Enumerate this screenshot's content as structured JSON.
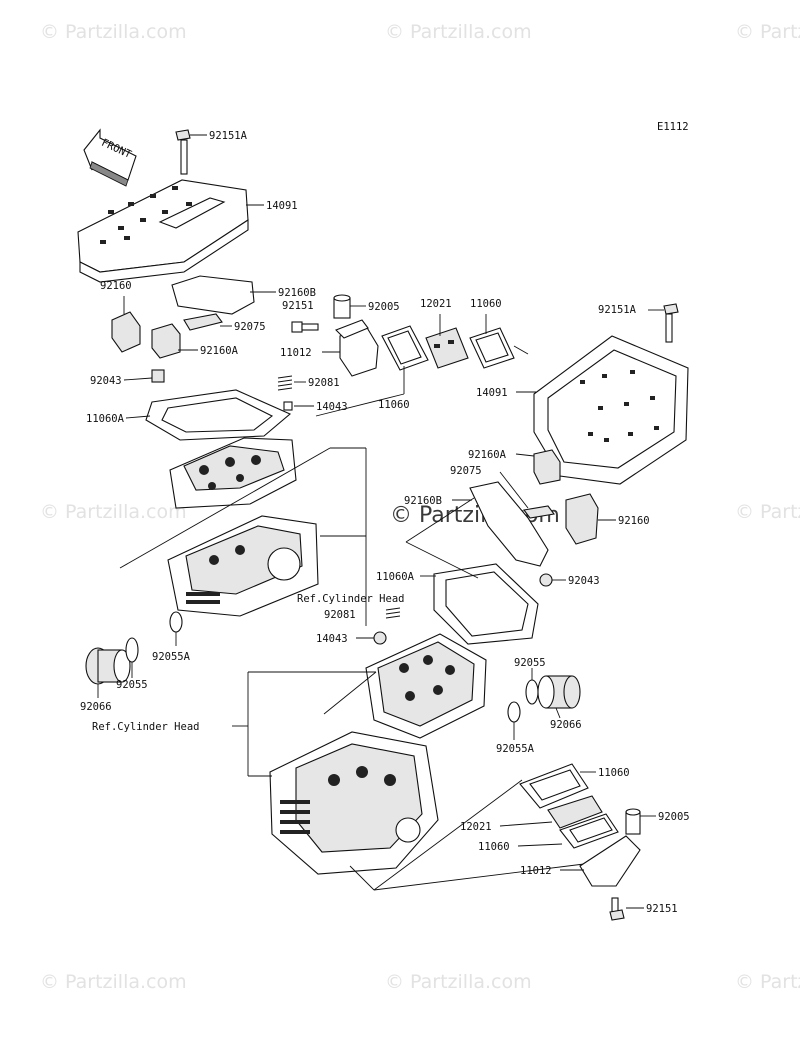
{
  "diagram": {
    "code": "E1112",
    "front_label": "FRONT",
    "ref_label": "Ref.Cylinder Head"
  },
  "watermark": {
    "text": "© Partzilla.com",
    "center_text": "© Partzilla.com"
  },
  "parts": [
    {
      "id": "p-92151A-top",
      "number": "92151A"
    },
    {
      "id": "p-14091-top",
      "number": "14091"
    },
    {
      "id": "p-92160B-top",
      "number": "92160B"
    },
    {
      "id": "p-92160-top",
      "number": "92160"
    },
    {
      "id": "p-92151-top",
      "number": "92151"
    },
    {
      "id": "p-92005-top",
      "number": "92005"
    },
    {
      "id": "p-12021-top",
      "number": "12021"
    },
    {
      "id": "p-11060-top-r",
      "number": "11060"
    },
    {
      "id": "p-92075-top",
      "number": "92075"
    },
    {
      "id": "p-92160A-top",
      "number": "92160A"
    },
    {
      "id": "p-11012-top",
      "number": "11012"
    },
    {
      "id": "p-92043-top",
      "number": "92043"
    },
    {
      "id": "p-92081-top",
      "number": "92081"
    },
    {
      "id": "p-11060-top-m",
      "number": "11060"
    },
    {
      "id": "p-11060A-top",
      "number": "11060A"
    },
    {
      "id": "p-14043-top",
      "number": "14043"
    },
    {
      "id": "p-92151A-right",
      "number": "92151A"
    },
    {
      "id": "p-14091-right",
      "number": "14091"
    },
    {
      "id": "p-92160A-mid",
      "number": "92160A"
    },
    {
      "id": "p-92075-mid",
      "number": "92075"
    },
    {
      "id": "p-92160B-mid",
      "number": "92160B"
    },
    {
      "id": "p-92160-mid",
      "number": "92160"
    },
    {
      "id": "p-11060A-mid",
      "number": "11060A"
    },
    {
      "id": "p-92043-mid",
      "number": "92043"
    },
    {
      "id": "p-92081-mid",
      "number": "92081"
    },
    {
      "id": "p-14043-mid",
      "number": "14043"
    },
    {
      "id": "p-92055A-left",
      "number": "92055A"
    },
    {
      "id": "p-92066-left",
      "number": "92066"
    },
    {
      "id": "p-92055-left",
      "number": "92055"
    },
    {
      "id": "p-92055-right",
      "number": "92055"
    },
    {
      "id": "p-92066-right",
      "number": "92066"
    },
    {
      "id": "p-92055A-right",
      "number": "92055A"
    },
    {
      "id": "p-11060-low-1",
      "number": "11060"
    },
    {
      "id": "p-12021-low",
      "number": "12021"
    },
    {
      "id": "p-92005-low",
      "number": "92005"
    },
    {
      "id": "p-11060-low-2",
      "number": "11060"
    },
    {
      "id": "p-11012-low",
      "number": "11012"
    },
    {
      "id": "p-92151-low",
      "number": "92151"
    }
  ]
}
